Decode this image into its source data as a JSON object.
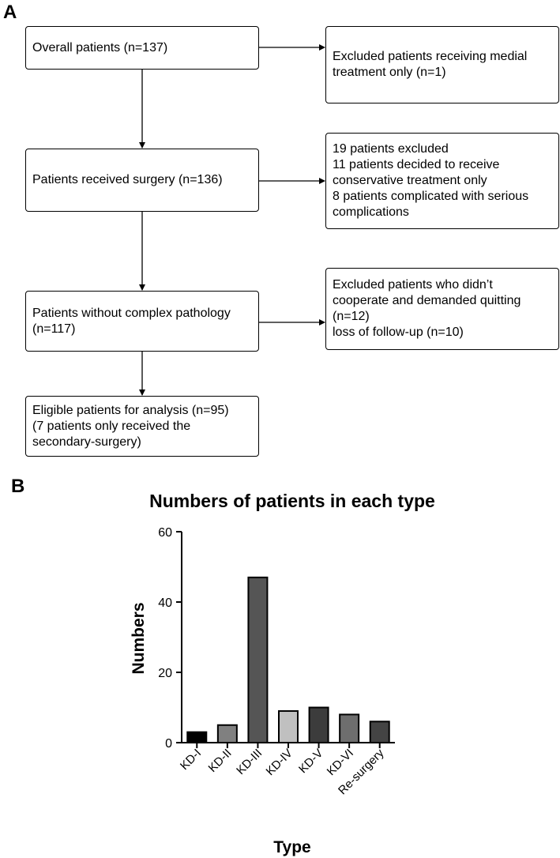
{
  "panel_a": {
    "letter": "A",
    "boxes": {
      "overall": [
        "Overall patients (n=137)"
      ],
      "surgery": [
        "Patients received surgery (n=136)"
      ],
      "no_complex": [
        "Patients without complex pathology",
        "(n=117)"
      ],
      "eligible": [
        "Eligible patients for analysis (n=95)",
        "(7 patients only received the",
        "secondary-surgery)"
      ],
      "excl1": [
        "Excluded patients receiving medial",
        "treatment only (n=1)"
      ],
      "excl2": [
        "19 patients excluded",
        "11 patients decided to receive",
        "conservative treatment only",
        "8 patients complicated with serious",
        "complications"
      ],
      "excl3": [
        "Excluded patients who didn’t",
        "cooperate and demanded quitting",
        "(n=12)",
        "loss of follow-up (n=10)"
      ]
    }
  },
  "panel_b": {
    "letter": "B",
    "chart_data": {
      "type": "bar",
      "title": "Numbers of patients in each type",
      "xlabel": "Type",
      "ylabel": "Numbers",
      "categories": [
        "KD-I",
        "KD-II",
        "KD-III",
        "KD-IV",
        "KD-V",
        "KD-VI",
        "Re-surgery"
      ],
      "values": [
        3,
        5,
        47,
        9,
        10,
        8,
        6
      ],
      "ylim": [
        0,
        60
      ],
      "yticks": [
        0,
        20,
        40,
        60
      ],
      "colors": [
        "#000000",
        "#808080",
        "#555555",
        "#c0c0c0",
        "#3c3c3c",
        "#6e6e6e",
        "#444444"
      ],
      "grid": false,
      "legend": "none"
    }
  }
}
